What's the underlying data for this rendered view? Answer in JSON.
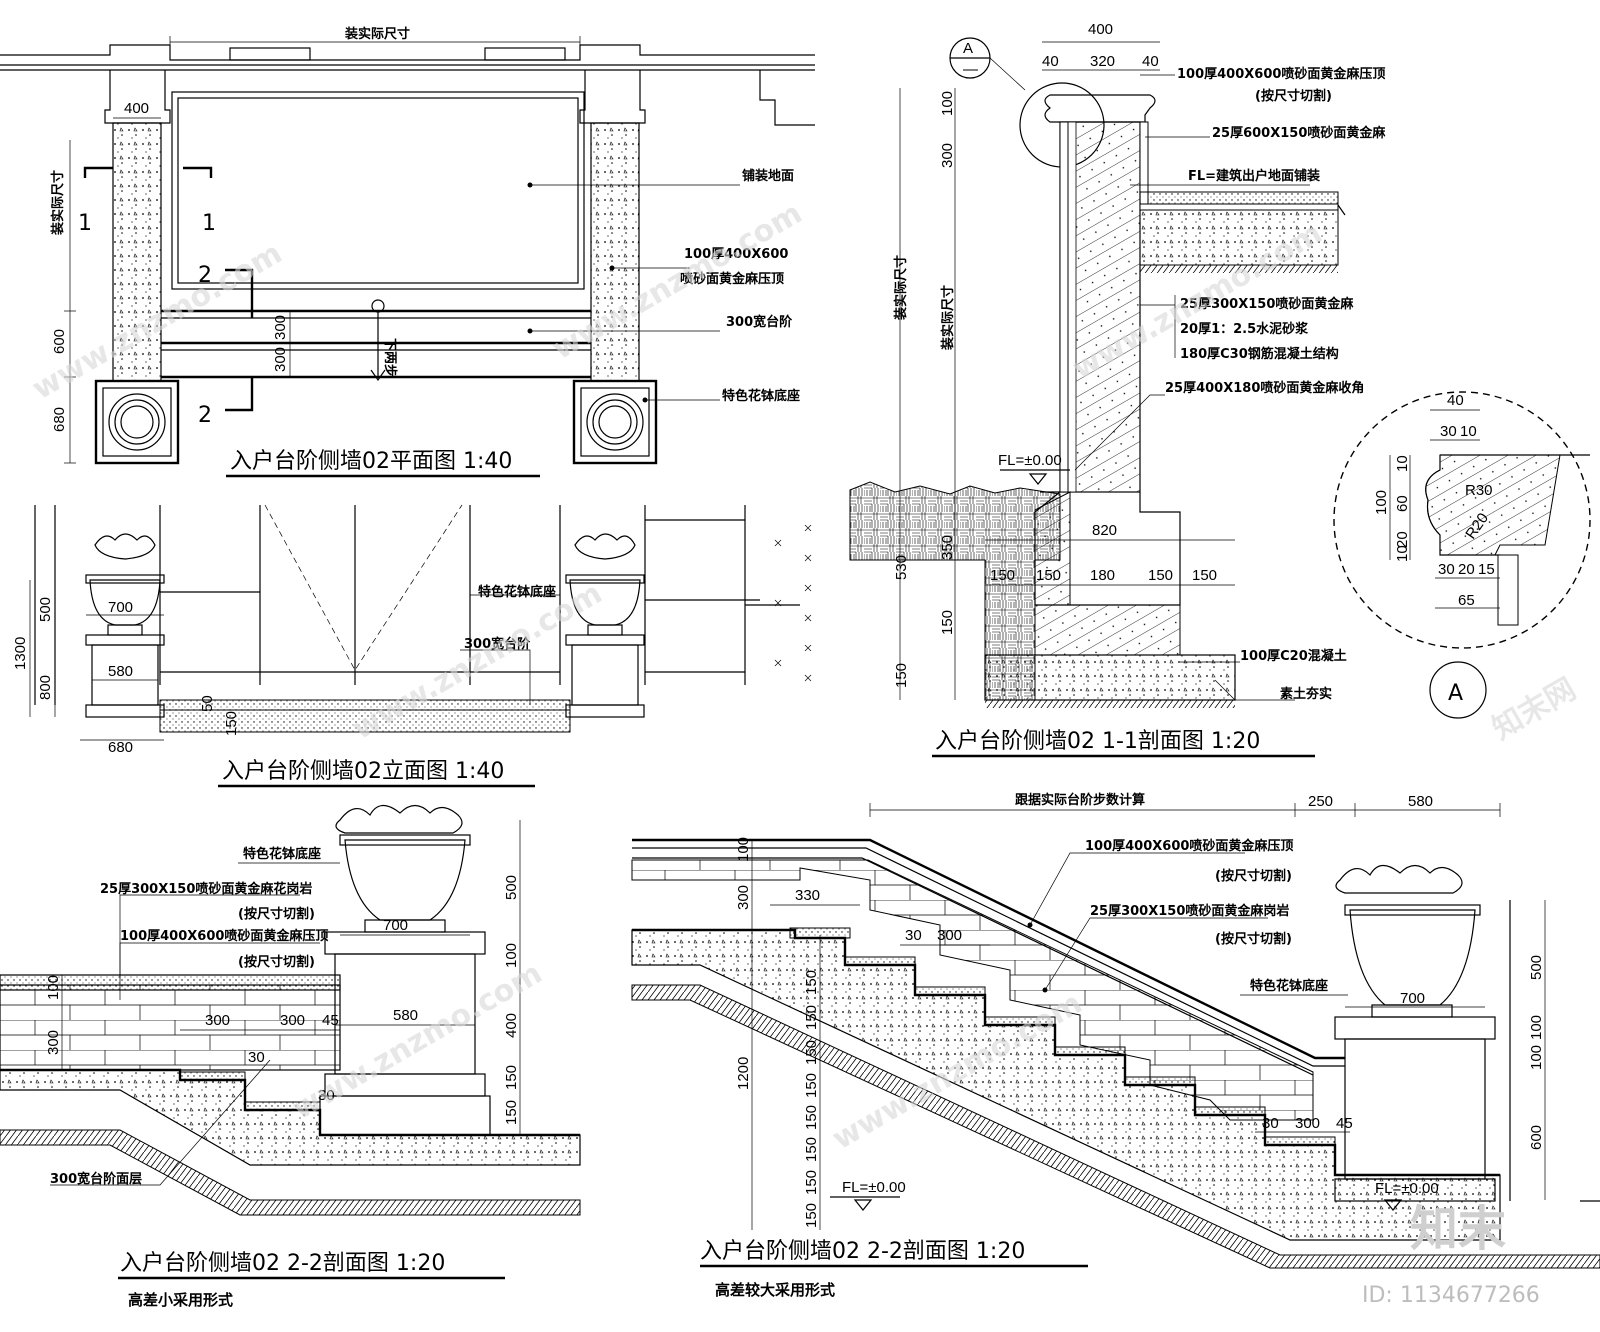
{
  "plan": {
    "title": "入户台阶侧墙02平面图 1:40",
    "dim_top": "装实际尺寸",
    "dim_400": "400",
    "dim_side": "装实际尺寸",
    "dim_600": "600",
    "dim_680": "680",
    "dim_300a": "300",
    "dim_300b": "300",
    "sec1_left": "1",
    "sec1_right": "1",
    "sec2_top": "2",
    "sec2_bottom": "2",
    "down_label": "下两步",
    "notes": [
      "铺装地面",
      "100厚400X600",
      "喷砂面黄金麻压顶",
      "300宽台阶",
      "特色花钵底座"
    ]
  },
  "elevation": {
    "title": "入户台阶侧墙02立面图 1:40",
    "dim_1300": "1300",
    "dim_500": "500",
    "dim_800": "800",
    "dim_700": "700",
    "dim_580": "580",
    "dim_680": "680",
    "dim_50": "50",
    "dim_150": "150",
    "notes": [
      "特色花钵底座",
      "300宽台阶"
    ]
  },
  "section11": {
    "title": "入户台阶侧墙02 1-1剖面图 1:20",
    "marker_letter": "A",
    "marker_dash": "—",
    "top_dims": [
      "400",
      "40",
      "320",
      "40"
    ],
    "left_dims": [
      "100",
      "300",
      "装实际尺寸",
      "装实际尺寸",
      "350",
      "530",
      "150",
      "150"
    ],
    "base_dims": [
      "820",
      "150",
      "150",
      "180",
      "150",
      "150"
    ],
    "fl": "FL=±0.00",
    "fl_top": "FL=建筑出户地面铺装",
    "notes": [
      "100厚400X600喷砂面黄金麻压顶",
      "(按尺寸切割)",
      "25厚600X150喷砂面黄金麻",
      "25厚300X150喷砂面黄金麻",
      "20厚1：2.5水泥砂浆",
      "180厚C30钢筋混凝土结构",
      "25厚400X180喷砂面黄金麻收角",
      "100厚C20混凝土",
      "素土夯实"
    ]
  },
  "detailA": {
    "letter": "A",
    "dims": [
      "40",
      "30",
      "10",
      "100",
      "10",
      "60",
      "20",
      "10",
      "R30",
      "R20",
      "30",
      "20",
      "15",
      "65"
    ]
  },
  "section22a": {
    "title": "入户台阶侧墙02 2-2剖面图 1:20",
    "subtitle": "高差小采用形式",
    "notes": [
      "特色花钵底座",
      "25厚300X150喷砂面黄金麻花岗岩",
      "(按尺寸切割)",
      "100厚400X600喷砂面黄金麻压顶",
      "(按尺寸切割)",
      "300宽台阶面层"
    ],
    "dims": [
      "700",
      "580",
      "300",
      "300",
      "45",
      "30",
      "30",
      "100",
      "300",
      "500",
      "100",
      "400",
      "150",
      "150"
    ]
  },
  "section22b": {
    "title": "入户台阶侧墙02 2-2剖面图 1:20",
    "subtitle": "高差较大采用形式",
    "top_dim": "跟据实际台阶步数计算",
    "dim_250": "250",
    "dim_580": "580",
    "notes": [
      "100厚400X600喷砂面黄金麻压顶",
      "(按尺寸切割)",
      "25厚300X150喷砂面黄金麻岗岩",
      "(按尺寸切割)",
      "特色花钵底座"
    ],
    "dims": [
      "100",
      "300",
      "330",
      "30",
      "300",
      "700",
      "30",
      "300",
      "45",
      "1200",
      "500",
      "100",
      "100",
      "600"
    ],
    "step_dims": [
      "150",
      "150",
      "150",
      "150",
      "150",
      "150",
      "150",
      "150"
    ],
    "fl_left": "FL=±0.00",
    "fl_right": "FL=±0.00"
  },
  "watermark": {
    "brand": "知末",
    "id": "ID: 1134677266",
    "site": "www.znzmo.com",
    "site_cn": "知末网"
  }
}
